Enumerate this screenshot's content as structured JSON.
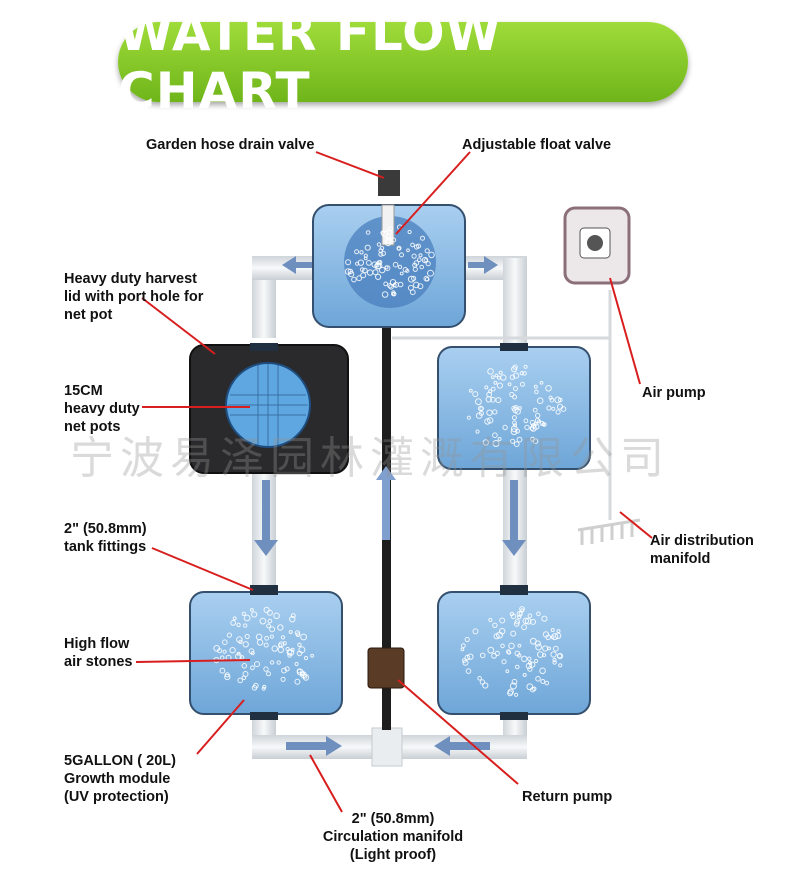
{
  "title": "WATER FLOW CHART",
  "labels": {
    "garden_hose_drain_valve": "Garden hose drain valve",
    "adjustable_float_valve": "Adjustable float valve",
    "harvest_lid": "Heavy duty harvest\nlid with port hole for\nnet pot",
    "net_pots": "15CM\nheavy duty\nnet pots",
    "tank_fittings": "2\" (50.8mm)\ntank fittings",
    "air_stones": "High flow\nair stones",
    "growth_module": "5GALLON ( 20L)\nGrowth module\n(UV protection)",
    "circulation_manifold": "2\" (50.8mm)\nCirculation manifold\n(Light proof)",
    "return_pump": "Return pump",
    "air_pump": "Air pump",
    "air_distribution_manifold": "Air distribution\nmanifold"
  },
  "watermark": "宁波易泽园林灌溉有限公司",
  "colors": {
    "banner": "#86c82a",
    "tank": "#7fb3e0",
    "pipe": "#e8ecef",
    "leader": "#d81e1e",
    "arrow": "#6f8fbf"
  }
}
